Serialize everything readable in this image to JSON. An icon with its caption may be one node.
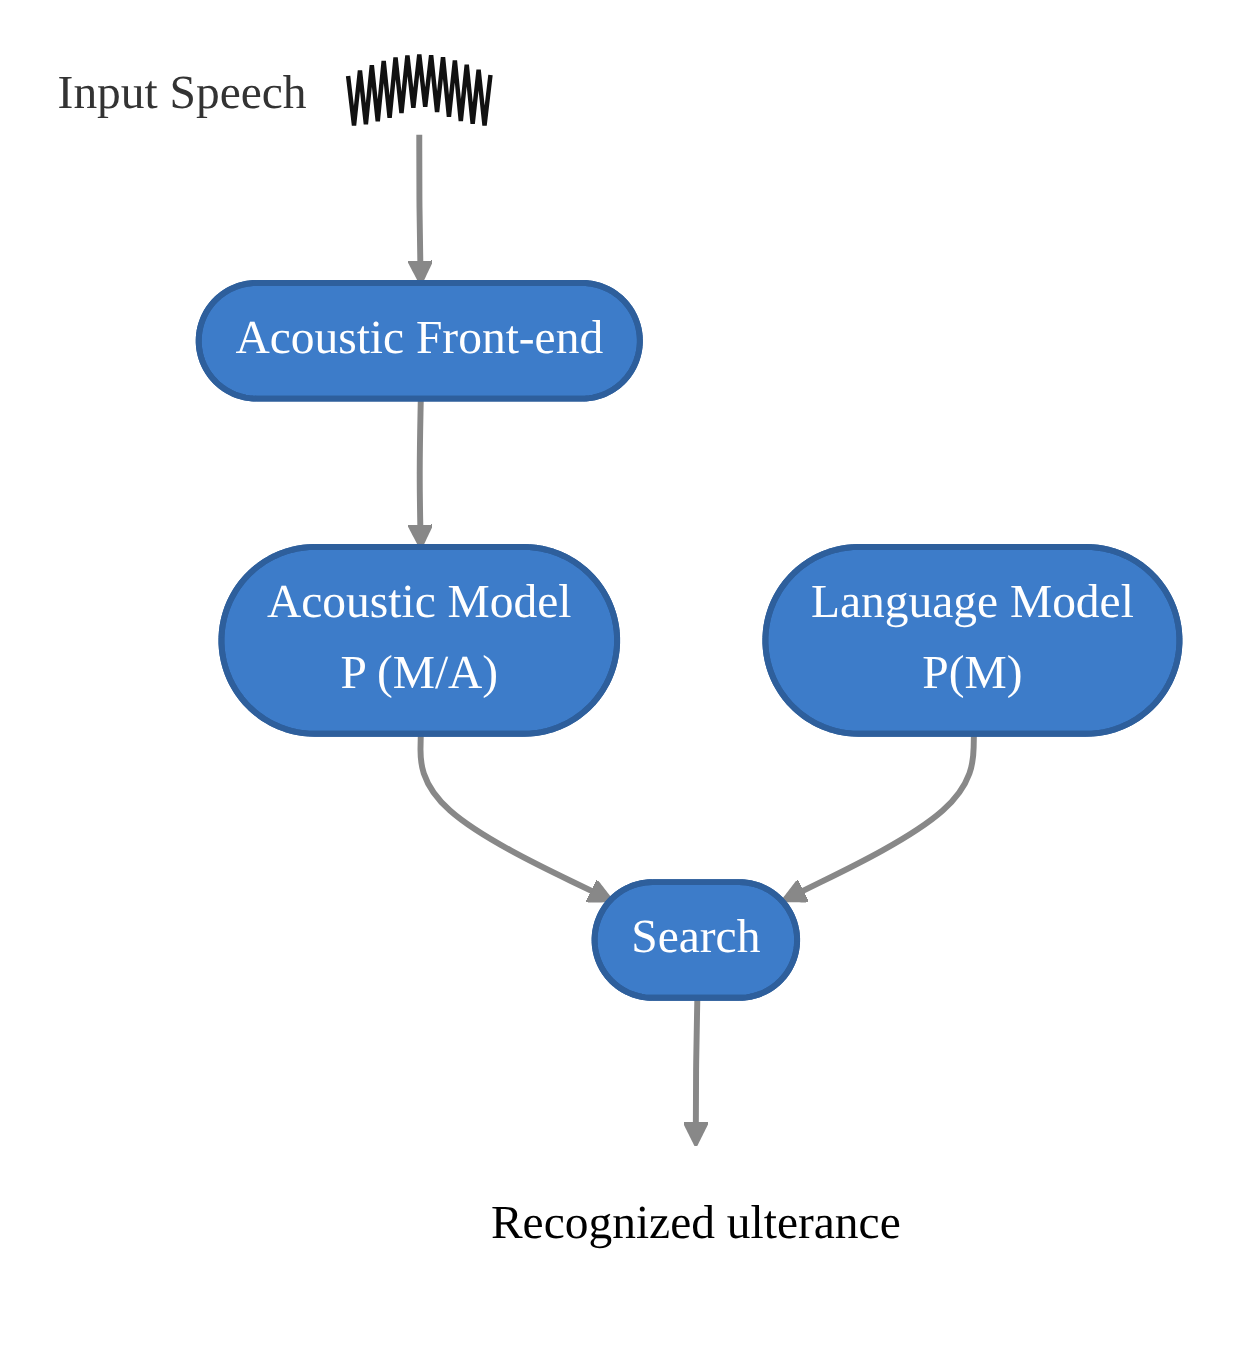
{
  "diagram": {
    "nodes": [
      {
        "text": [],
        "shape": "picture",
        "beside": [
          "Input Speech"
        ]
      },
      {
        "text": [
          "Acoustic Front-end"
        ]
      },
      {
        "text": [
          "Acoustic Model",
          "P (M/A)"
        ]
      },
      {
        "text": [
          "Language Model",
          "P(M)"
        ]
      },
      {
        "text": [
          "Search"
        ]
      },
      {
        "text": [
          "Recognized ulterance"
        ]
      }
    ],
    "edges": [
      {
        "from": 0,
        "to": 1,
        "arrow": "to"
      },
      {
        "from": 1,
        "to": 2,
        "arrow": "to"
      },
      {
        "from": 2,
        "to": 4,
        "arrow": "to"
      },
      {
        "from": 3,
        "to": 4,
        "arrow": "to"
      },
      {
        "from": 4,
        "to": 5,
        "arrow": "to"
      }
    ]
  }
}
